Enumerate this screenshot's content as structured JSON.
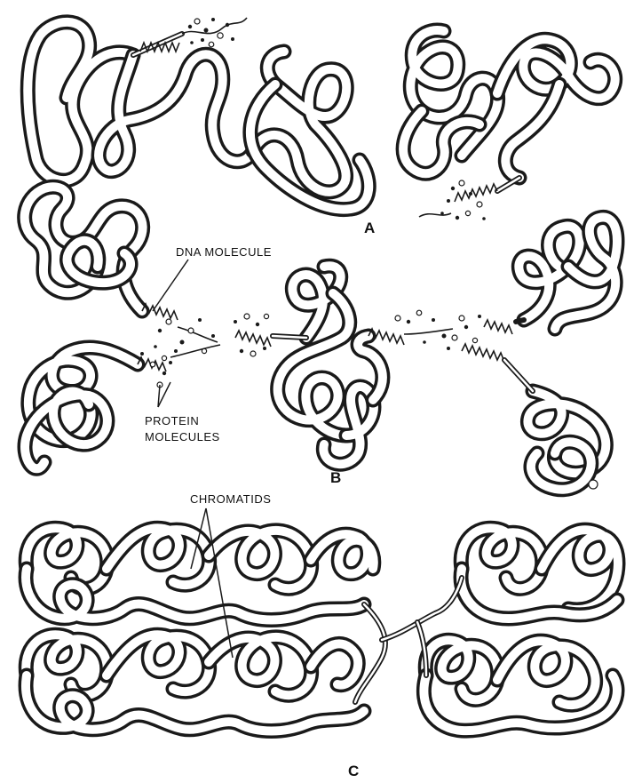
{
  "labels": {
    "dna": "DNA MOLECULE",
    "protein_line1": "PROTEIN",
    "protein_line2": "MOLECULES",
    "chromatids": "CHROMATIDS"
  },
  "panels": {
    "a": "A",
    "b": "B",
    "c": "C"
  }
}
